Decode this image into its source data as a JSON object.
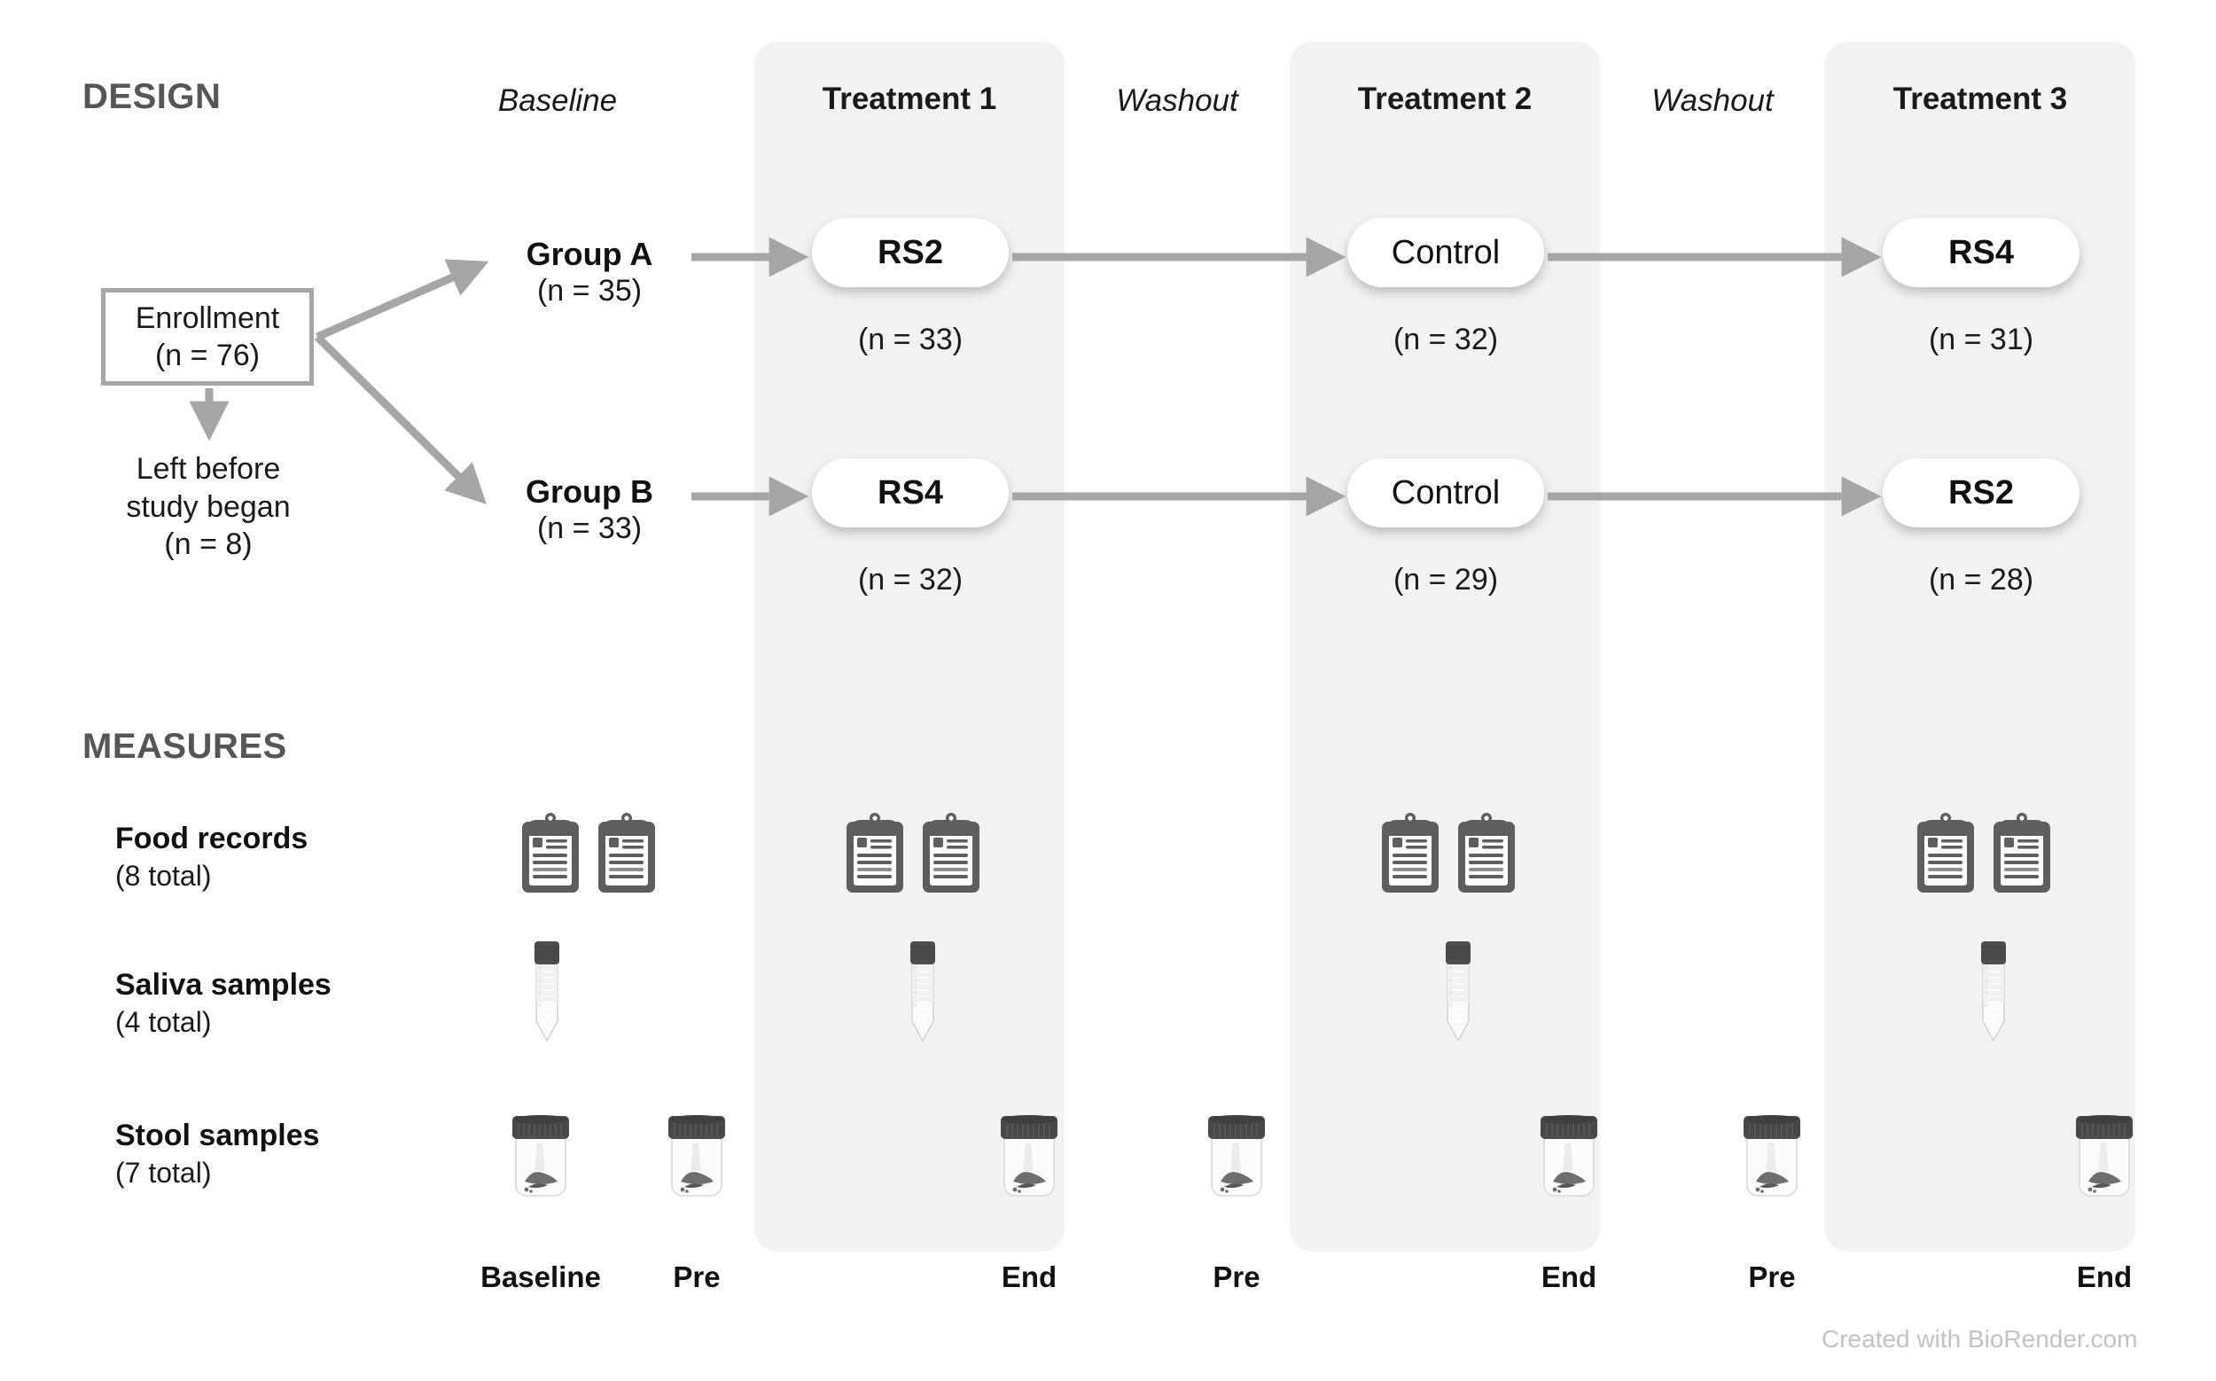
{
  "sections": {
    "design_title": "DESIGN",
    "measures_title": "MEASURES"
  },
  "phases": [
    {
      "label": "Baseline",
      "style": "italic",
      "shaded": false
    },
    {
      "label": "Treatment 1",
      "style": "bold",
      "shaded": true
    },
    {
      "label": "Washout",
      "style": "italic",
      "shaded": false
    },
    {
      "label": "Treatment 2",
      "style": "bold",
      "shaded": true
    },
    {
      "label": "Washout",
      "style": "italic",
      "shaded": false
    },
    {
      "label": "Treatment 3",
      "style": "bold",
      "shaded": true
    }
  ],
  "enrollment": {
    "label": "Enrollment",
    "n": "(n = 76)"
  },
  "dropout": {
    "line1": "Left before",
    "line2": "study began",
    "n": "(n = 8)"
  },
  "groups": [
    {
      "name": "Group A",
      "n": "(n = 35)",
      "treatments": [
        {
          "label": "RS2",
          "bold": true,
          "n": "(n = 33)"
        },
        {
          "label": "Control",
          "bold": false,
          "n": "(n = 32)"
        },
        {
          "label": "RS4",
          "bold": true,
          "n": "(n = 31)"
        }
      ]
    },
    {
      "name": "Group B",
      "n": "(n = 33)",
      "treatments": [
        {
          "label": "RS4",
          "bold": true,
          "n": "(n = 32)"
        },
        {
          "label": "Control",
          "bold": false,
          "n": "(n = 29)"
        },
        {
          "label": "RS2",
          "bold": true,
          "n": "(n = 28)"
        }
      ]
    }
  ],
  "measures": [
    {
      "name": "Food records",
      "count": "(8 total)",
      "icon": "clipboard-icon"
    },
    {
      "name": "Saliva samples",
      "count": "(4 total)",
      "icon": "tube-icon"
    },
    {
      "name": "Stool samples",
      "count": "(7 total)",
      "icon": "jar-icon"
    }
  ],
  "timepoints": [
    {
      "label": "Baseline"
    },
    {
      "label": "Pre"
    },
    {
      "label": "End"
    },
    {
      "label": "Pre"
    },
    {
      "label": "End"
    },
    {
      "label": "Pre"
    },
    {
      "label": "End"
    }
  ],
  "credit": "Created with BioRender.com",
  "colors": {
    "panel": "#f2f2f2",
    "arrow": "#a6a6a6",
    "section_heading": "#565656",
    "text": "#1a1a1a",
    "cap": "#4d4d4d",
    "clipboard": "#5e5e5e",
    "credit": "#c2c2c2"
  }
}
